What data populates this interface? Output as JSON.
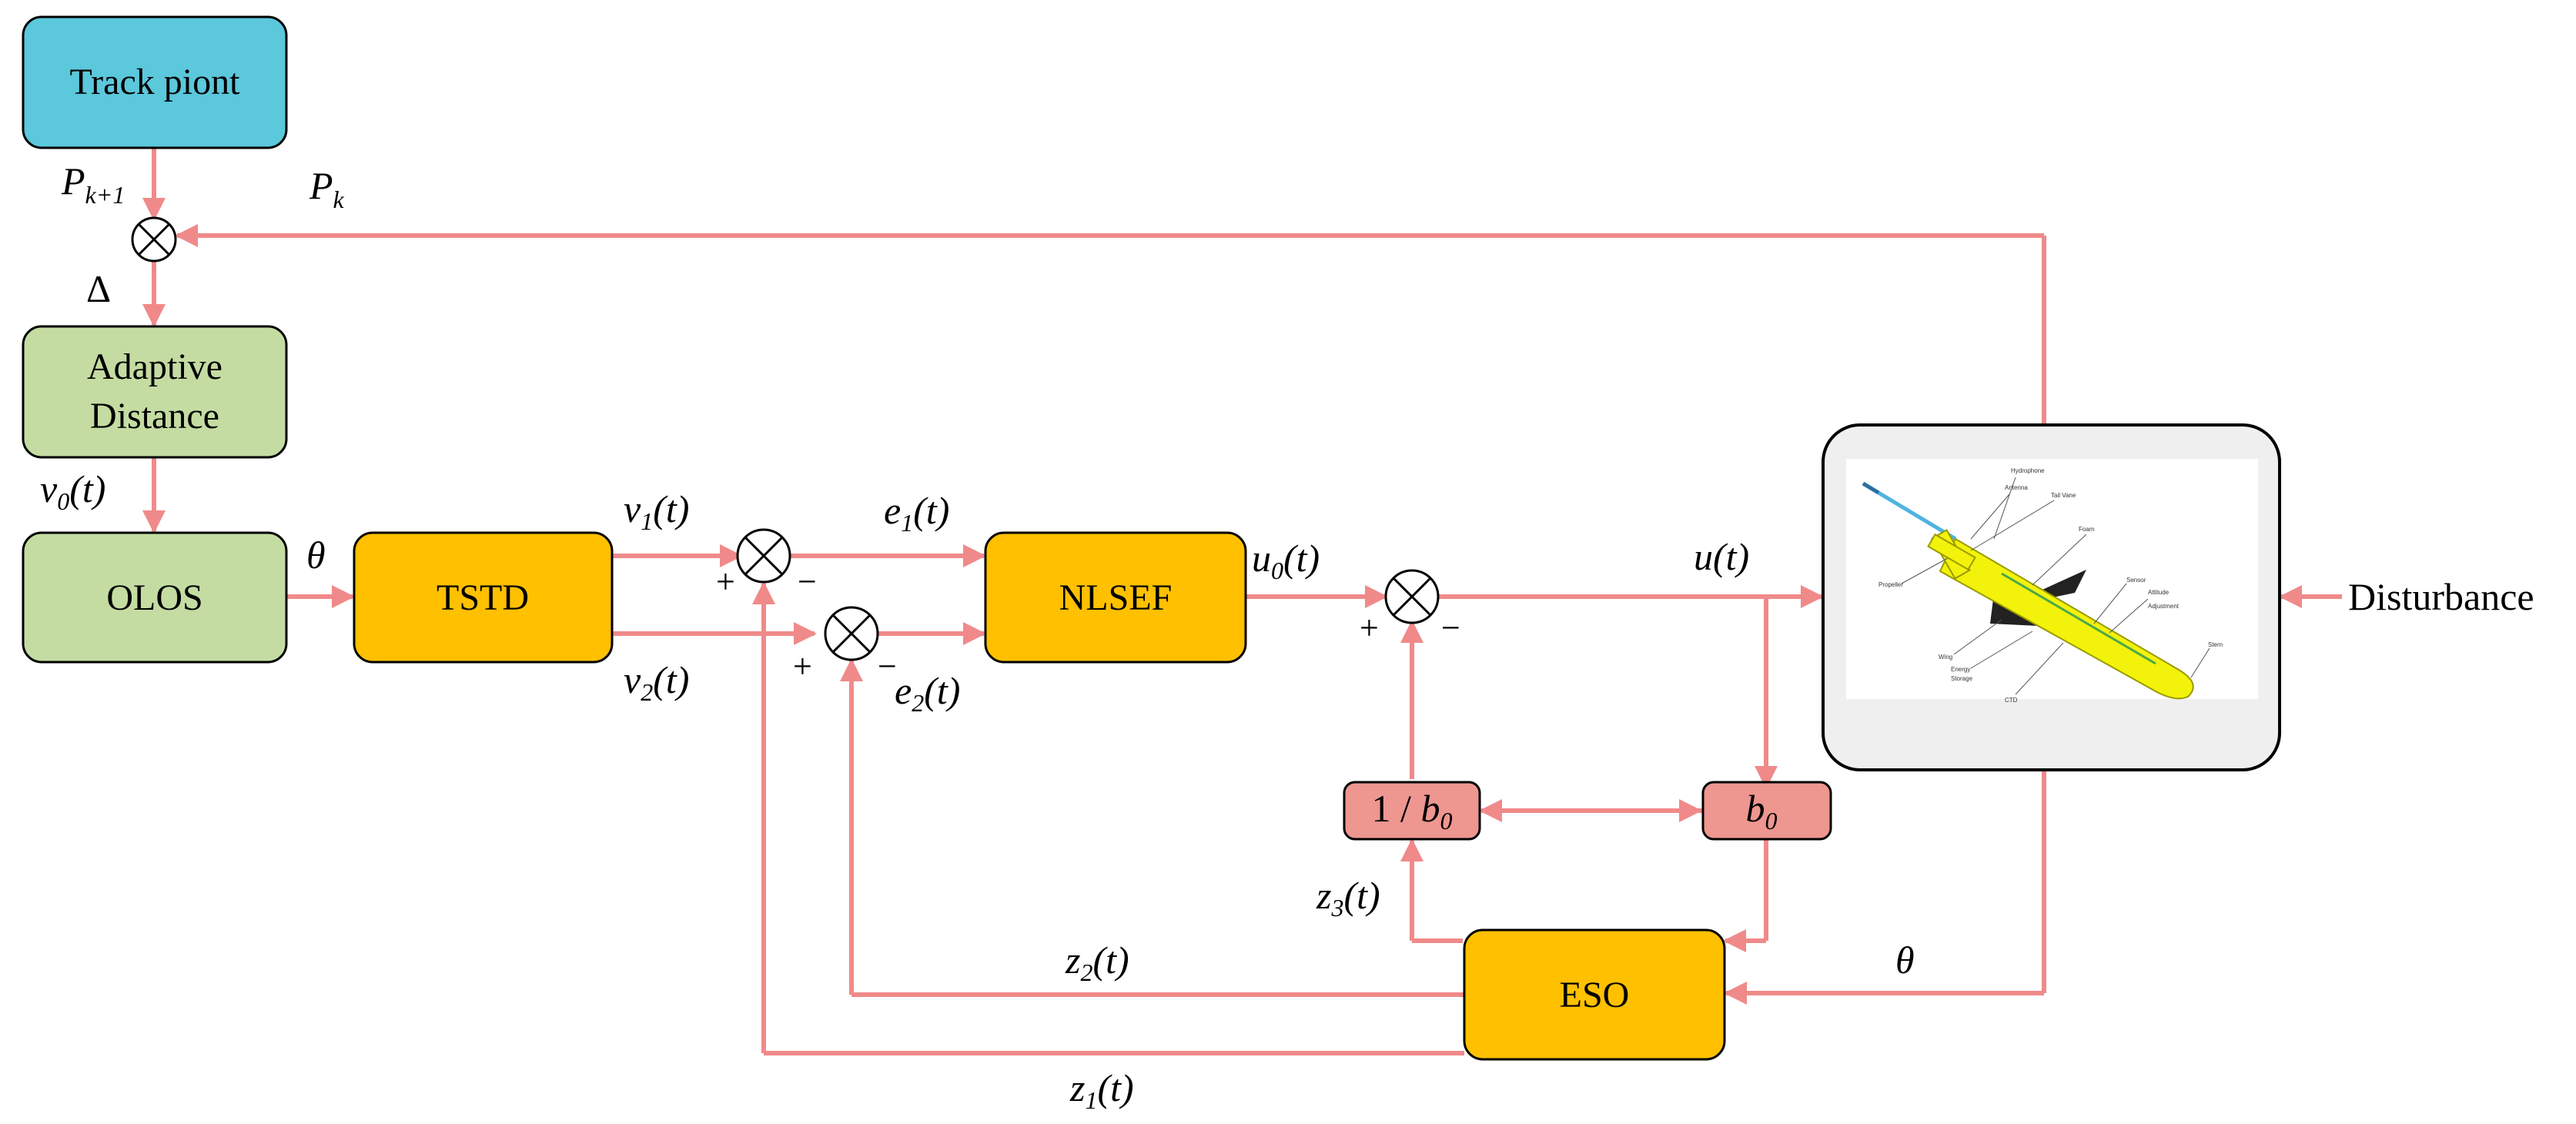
{
  "blocks": {
    "track_point": "Track piont",
    "adaptive_line1": "Adaptive",
    "adaptive_line2": "Distance",
    "olos": "OLOS",
    "tstd": "TSTD",
    "nlsef": "NLSEF",
    "eso": "ESO",
    "inv_b0_prefix": "1 / ",
    "b0_base": "b",
    "b0_sub": "0",
    "disturbance": "Disturbance"
  },
  "signals": {
    "p_k1": {
      "base": "P",
      "sub": "k+1"
    },
    "p_k": {
      "base": "P",
      "sub": "k"
    },
    "delta": "Δ",
    "theta": "θ",
    "v0": {
      "base": "v",
      "sub": "0",
      "arg": "(t)"
    },
    "v1": {
      "base": "v",
      "sub": "1",
      "arg": "(t)"
    },
    "v2": {
      "base": "v",
      "sub": "2",
      "arg": "(t)"
    },
    "e1": {
      "base": "e",
      "sub": "1",
      "arg": "(t)"
    },
    "e2": {
      "base": "e",
      "sub": "2",
      "arg": "(t)"
    },
    "u0": {
      "base": "u",
      "sub": "0",
      "arg": "(t)"
    },
    "u": "u(t)",
    "z1": {
      "base": "z",
      "sub": "1",
      "arg": "(t)"
    },
    "z2": {
      "base": "z",
      "sub": "2",
      "arg": "(t)"
    },
    "z3": {
      "base": "z",
      "sub": "3",
      "arg": "(t)"
    }
  },
  "signs": {
    "plus": "+",
    "minus": "−"
  },
  "vehicle_labels": [
    "Antenna",
    "Hydrophone",
    "Tail Vane",
    "Foam",
    "Propeller",
    "Sensor",
    "Attitude",
    "Adjustment",
    "Wing",
    "Energy",
    "Storage",
    "CTD",
    "Stern"
  ],
  "colors": {
    "wire": "#f08a8a",
    "track_fill": "#5bc8dc",
    "green_fill": "#c4dca2",
    "orange_fill": "#ffc000",
    "b0_fill": "#ee9690",
    "vehicle_body": "#f2f20a"
  }
}
